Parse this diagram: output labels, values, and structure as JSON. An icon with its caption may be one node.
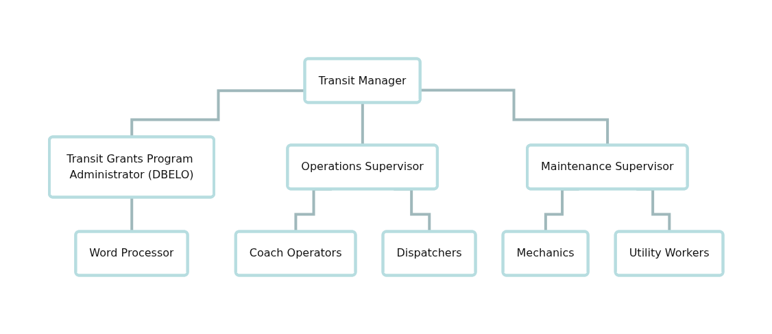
{
  "diagram": {
    "nodes": [
      {
        "text": [
          "Transit Manager"
        ]
      },
      {
        "text": [
          "Transit Grants Program Administrator (DBELO)"
        ]
      },
      {
        "text": [
          "Operations Supervisor"
        ]
      },
      {
        "text": [
          "Maintenance Supervisor"
        ]
      },
      {
        "text": [
          "Word Processor"
        ]
      },
      {
        "text": [
          "Coach Operators"
        ]
      },
      {
        "text": [
          "Dispatchers"
        ]
      },
      {
        "text": [
          "Mechanics"
        ]
      },
      {
        "text": [
          "Utility Workers"
        ]
      }
    ],
    "edges": [
      {
        "from": 0,
        "to": 1,
        "arrow": "none"
      },
      {
        "from": 0,
        "to": 2,
        "arrow": "none"
      },
      {
        "from": 0,
        "to": 3,
        "arrow": "none"
      },
      {
        "from": 1,
        "to": 4,
        "arrow": "none"
      },
      {
        "from": 2,
        "to": 5,
        "arrow": "none"
      },
      {
        "from": 2,
        "to": 6,
        "arrow": "none"
      },
      {
        "from": 3,
        "to": 7,
        "arrow": "none"
      },
      {
        "from": 3,
        "to": 8,
        "arrow": "none"
      }
    ]
  }
}
